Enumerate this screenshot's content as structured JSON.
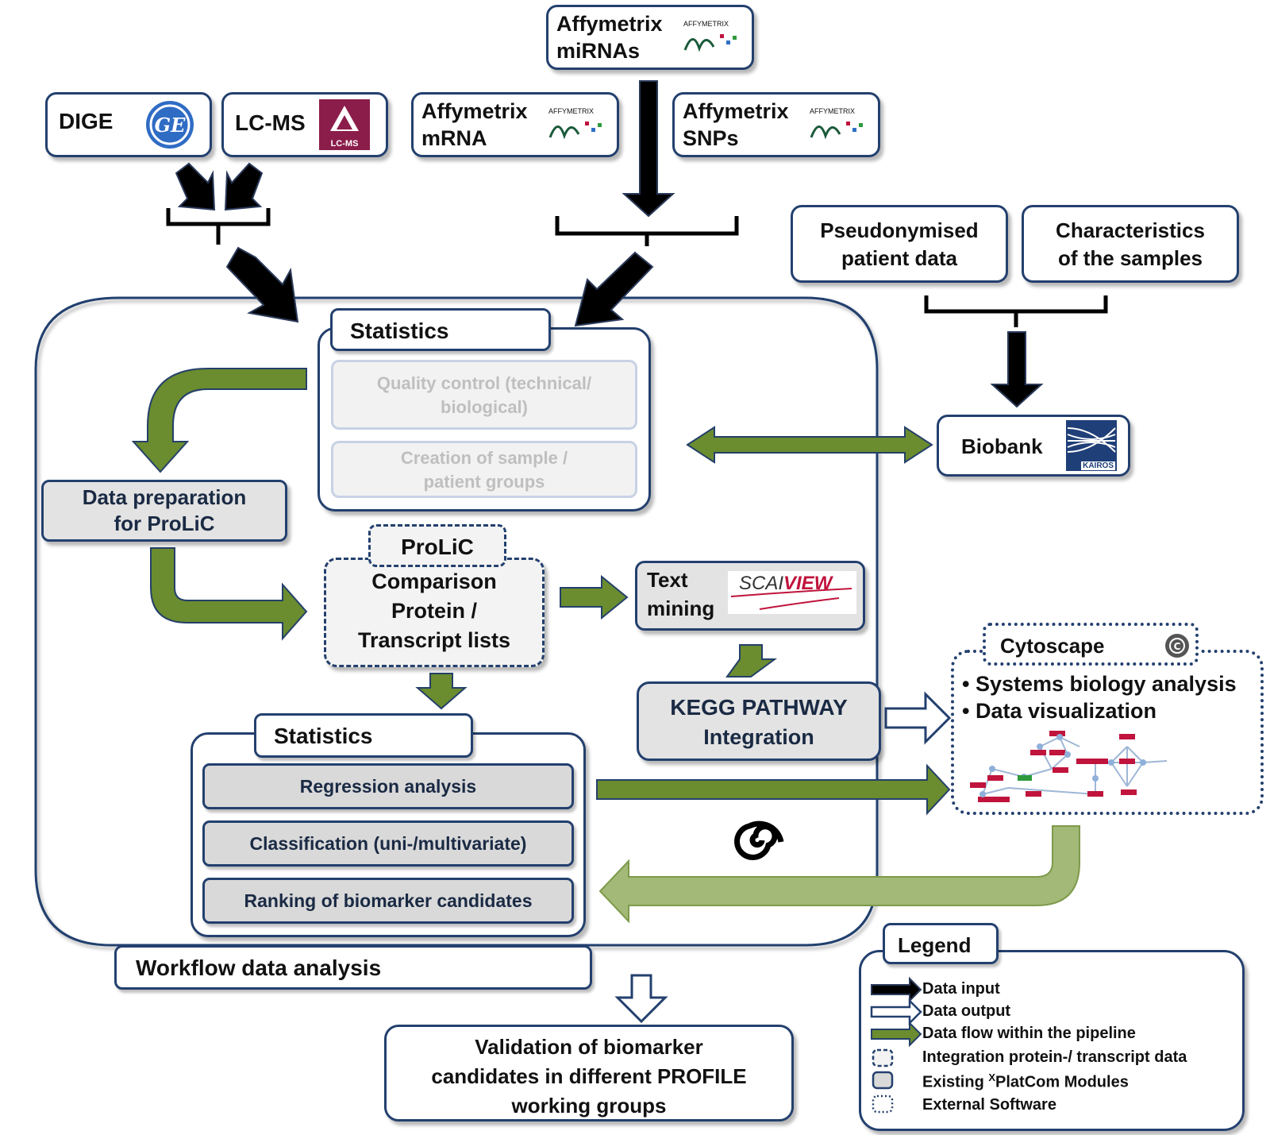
{
  "inputs": {
    "dige": "DIGE",
    "lcms": "LC-MS",
    "lcms_logo_text": "LC-MS",
    "affy_mirna": [
      "Affymetrix",
      "miRNAs"
    ],
    "affy_mrna": [
      "Affymetrix",
      "mRNA"
    ],
    "affy_snps": [
      "Affymetrix",
      "SNPs"
    ],
    "affy_logo_text": "AFFYMETRIX",
    "patient_data": [
      "Pseudonymised",
      "patient data"
    ],
    "sample_chars": [
      "Characteristics",
      "of the samples"
    ]
  },
  "biobank": {
    "label": "Biobank",
    "logo_text": "KAIROS"
  },
  "statistics_top": {
    "tab": "Statistics",
    "quality_control": [
      "Quality control (technical/",
      "biological)"
    ],
    "sample_groups": [
      "Creation of sample /",
      "patient groups"
    ]
  },
  "data_prep": [
    "Data preparation",
    "for ProLiC"
  ],
  "prolic": {
    "tab": "ProLiC",
    "body": [
      "Comparison",
      "Protein /",
      "Transcript lists"
    ]
  },
  "text_mining": {
    "label": [
      "Text",
      "mining"
    ],
    "logo_text_a": "SCAI",
    "logo_text_b": "VIEW"
  },
  "kegg": [
    "KEGG PATHWAY",
    "Integration"
  ],
  "cytoscape": {
    "tab": "Cytoscape",
    "bullets": [
      "Systems  biology analysis",
      "Data visualization"
    ]
  },
  "statistics_bottom": {
    "tab": "Statistics",
    "modules": [
      "Regression analysis",
      "Classification (uni-/multivariate)",
      "Ranking of biomarker candidates"
    ]
  },
  "workflow_label": "Workflow data analysis",
  "validation": [
    "Validation of biomarker",
    "candidates in different PROFILE",
    "working groups"
  ],
  "legend": {
    "title": "Legend",
    "items": [
      "Data input",
      "Data output",
      "Data flow within the pipeline",
      "Integration protein-/ transcript data",
      "Existing",
      "External Software"
    ],
    "existing_sup": "X",
    "existing_rest": "PlatCom Modules"
  },
  "colors": {
    "border": "#23406e",
    "green_arrow": "#6b8c2f",
    "light_green_arrow": "#a3b978",
    "module_grey": "#d9d9d9",
    "red_node": "#c0143c"
  }
}
